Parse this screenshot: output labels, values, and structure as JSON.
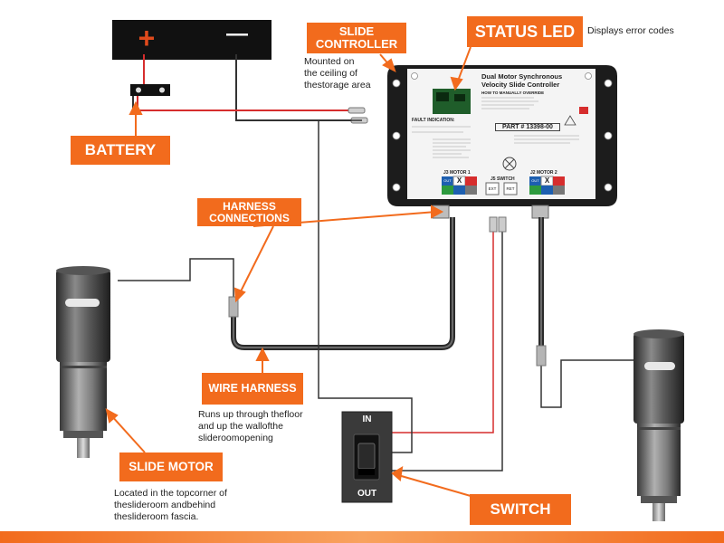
{
  "battery": {
    "plus": "+",
    "minus": "—"
  },
  "labels": {
    "slide_controller": "SLIDE\nCONTROLLER",
    "status_led": "STATUS LED",
    "battery": "BATTERY",
    "harness_connections": "HARNESS\nCONNECTIONS",
    "wire_harness": "WIRE HARNESS",
    "slide_motor": "SLIDE MOTOR",
    "switch": "SWITCH"
  },
  "notes": {
    "status_led": "Displays error codes",
    "slide_controller": "Mounted on\nthe ceiling of\nthestorage area",
    "wire_harness": "Runs up through thefloor\nand up the wallofthe\nslideroomopening",
    "slide_motor": "Located in the topcorner of\ntheslideroom andbehind\ntheslideroom fascia."
  },
  "controller": {
    "title": "Dual Motor Synchronous\nVelocity Slide Controller",
    "part": "PART # 13398-00",
    "fault_heading": "FAULT INDICATION:",
    "manual_override": "HOW TO MANUALLY OVERRIDE",
    "motor1": "J3 MOTOR 1",
    "motor2": "J2 MOTOR 2",
    "switch": "J5 SWITCH",
    "out": "OUT",
    "ext": "EXT",
    "ret": "RET",
    "x": "X"
  },
  "switch": {
    "in": "IN",
    "out": "OUT"
  },
  "colors": {
    "accent": "#f26b1d",
    "wire_red": "#d62d2d",
    "wire_black": "#333333",
    "housing": "#1c1c1c"
  }
}
